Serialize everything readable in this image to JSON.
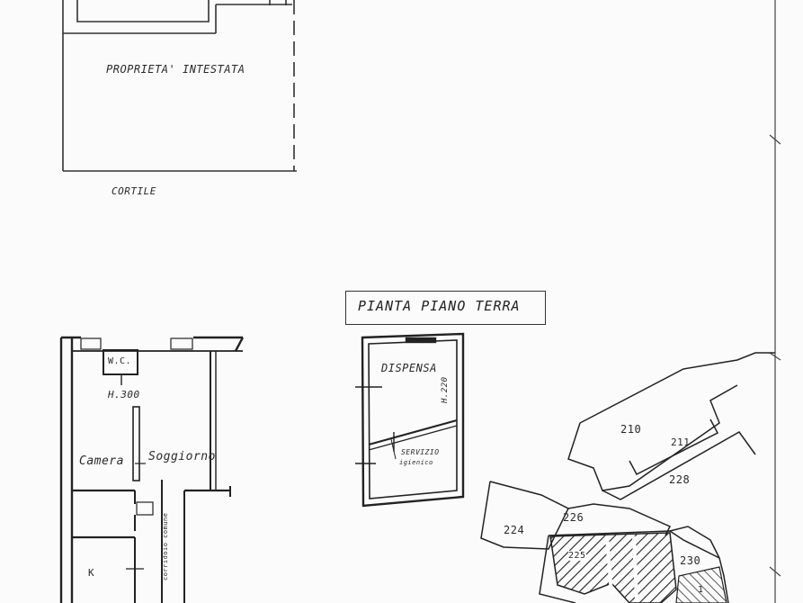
{
  "drawing": {
    "property_label": "PROPRIETA' INTESTATA",
    "courtyard_label": "CORTILE",
    "plan_title": "PIANTA PIANO TERRA"
  },
  "rooms": {
    "wc": "W.C.",
    "height_main": "H.300",
    "camera": "Camera",
    "soggiorno": "Soggiorno",
    "k": "K",
    "corridor": "corridoio comune",
    "dispensa": "DISPENSA",
    "height_dispensa": "H.220",
    "servizio": "SERVIZIO",
    "servizio_sub": "igienico"
  },
  "parcels": [
    "210",
    "211",
    "228",
    "226",
    "224",
    "225",
    "230",
    "1"
  ]
}
